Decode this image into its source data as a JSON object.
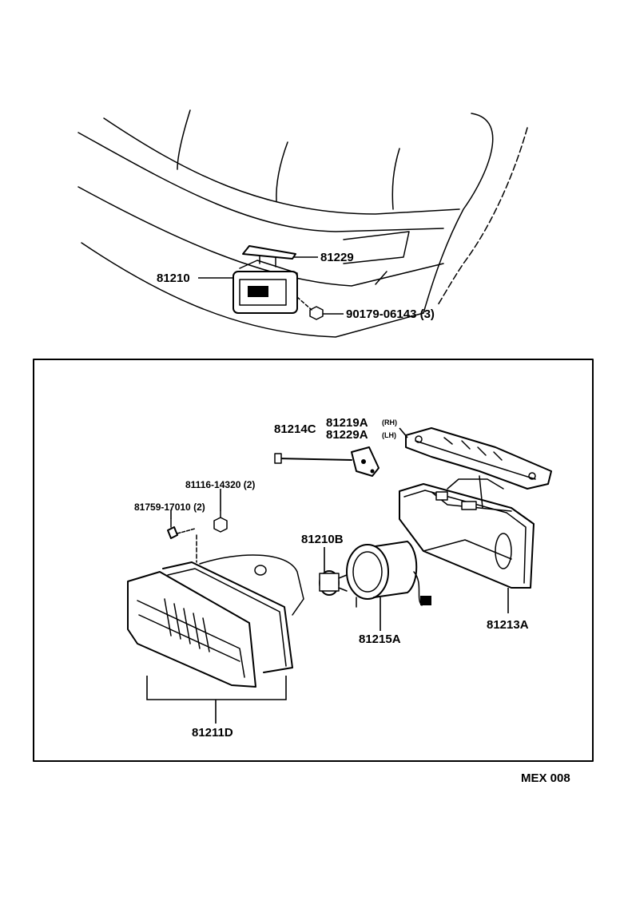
{
  "labels": {
    "clip_81229": "81229",
    "foglamp_81210": "81210",
    "nut_90179": "90179-06143 (3)",
    "screw_81214c": "81214C",
    "bracket_rh": "81219A",
    "bracket_rh_side": "(RH)",
    "bracket_lh": "81229A",
    "bracket_lh_side": "(LH)",
    "nut_81116": "81116-14320 (2)",
    "screw_81759": "81759-17010 (2)",
    "bulb_81210b": "81210B",
    "housing_81213a": "81213A",
    "socket_81215a": "81215A",
    "lens_81211d": "81211D",
    "diagram_code": "MEX 008"
  }
}
